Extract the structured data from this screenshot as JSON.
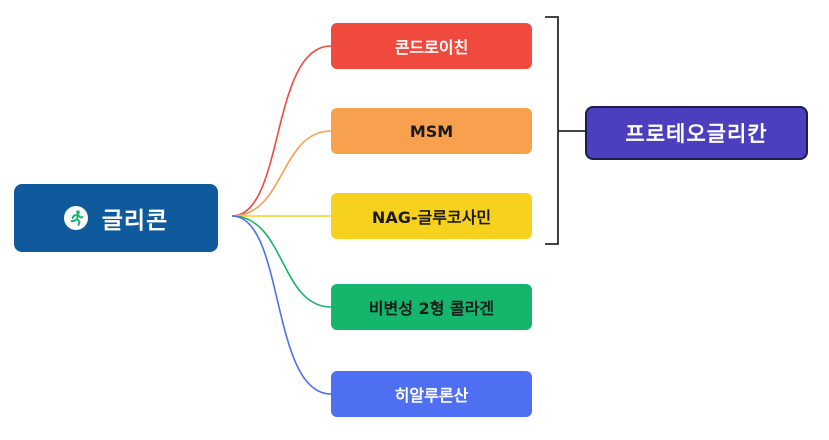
{
  "root": {
    "label": "글리콘",
    "icon": "running-person-icon",
    "color": "#0f5a9c"
  },
  "branches": [
    {
      "label": "콘드로이친",
      "color": "#f04a3e",
      "line_color": "#f04a3e",
      "text_color": "#ffffff"
    },
    {
      "label": "MSM",
      "color": "#f7a04d",
      "line_color": "#f7a04d",
      "text_color": "#1a1a1a"
    },
    {
      "label": "NAG-글루코사민",
      "color": "#f6d21e",
      "line_color": "#f6d21e",
      "text_color": "#1a1a1a"
    },
    {
      "label": "비변성 2형 콜라겐",
      "color": "#13b66a",
      "line_color": "#13b66a",
      "text_color": "#1a1a1a"
    },
    {
      "label": "히알루론산",
      "color": "#4f6ff2",
      "line_color": "#4f6ff2",
      "text_color": "#ffffff"
    }
  ],
  "summary": {
    "label": "프로테오글리칸",
    "color": "#4b3fbd",
    "groups_branches": [
      "콘드로이친",
      "MSM",
      "NAG-글루코사민"
    ]
  }
}
